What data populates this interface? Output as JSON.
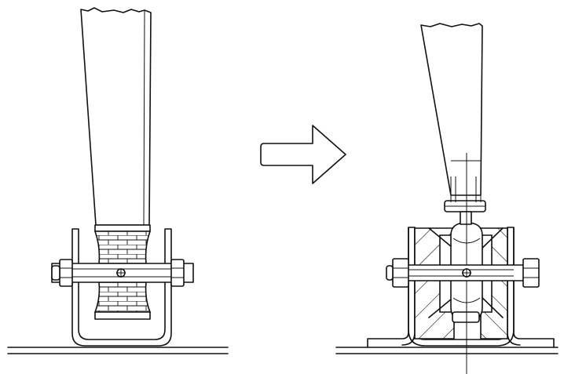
{
  "figure": {
    "panels": [
      {
        "id": "before",
        "description_visible_text": ""
      },
      {
        "id": "after",
        "description_visible_text": ""
      }
    ],
    "arrow_direction": "right",
    "colors": {
      "line": "#111111",
      "background": "#ffffff"
    }
  }
}
